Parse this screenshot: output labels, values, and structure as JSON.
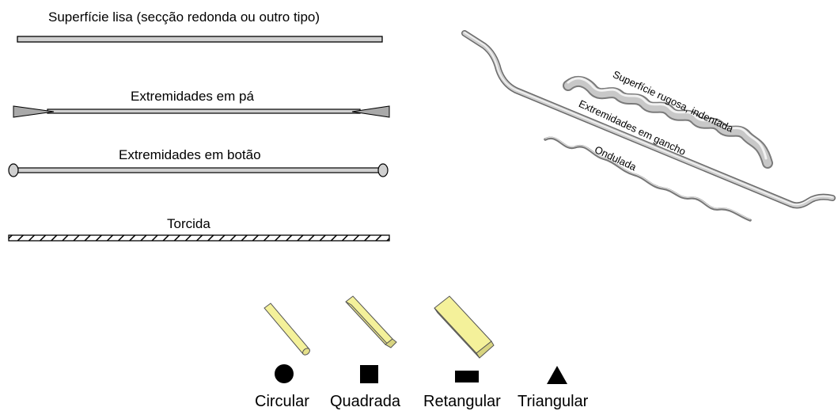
{
  "straight_fibers": {
    "smooth": "Superfície lisa (secção redonda ou outro tipo)",
    "paddle_ends": "Extremidades em pá",
    "button_ends": "Extremidades em botão",
    "twisted": "Torcida"
  },
  "deformed_fibers": {
    "indented": "Superfície rugosa, indentada",
    "hooked": "Extremidades em gancho",
    "wavy": "Ondulada"
  },
  "cross_sections": [
    {
      "label": "Circular",
      "shape": "circle"
    },
    {
      "label": "Quadrada",
      "shape": "square"
    },
    {
      "label": "Retangular",
      "shape": "rectangle"
    },
    {
      "label": "Triangular",
      "shape": "triangle"
    }
  ],
  "colors": {
    "fiber_fill": "#d0d0d0",
    "steel": "#b8b8b8",
    "section_yellow": "#f4f19a"
  }
}
